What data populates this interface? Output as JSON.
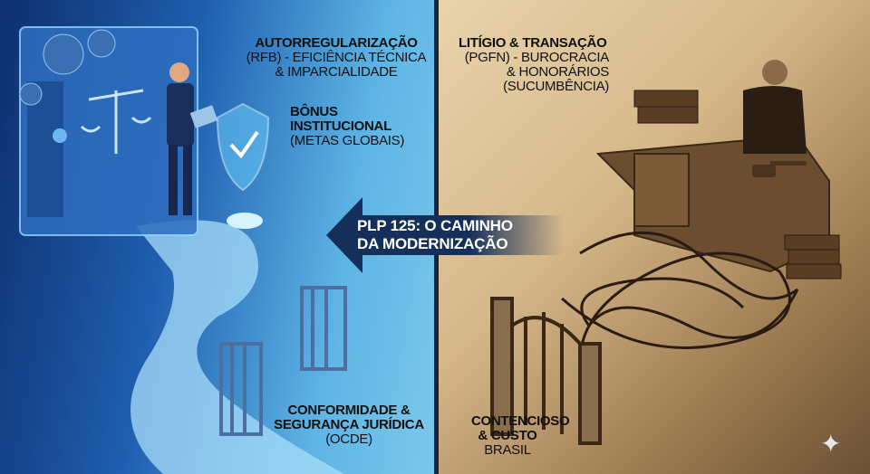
{
  "left_panel": {
    "top_label": {
      "title": "AUTORREGULARIZAÇÃO",
      "line1": "(RFB) - EFICIÊNCIA TÉCNICA",
      "line2": "& IMPARCIALIDADE"
    },
    "bonus_label": {
      "title1": "BÔNUS",
      "title2": "INSTITUCIONAL",
      "line1": "(METAS GLOBAIS)"
    },
    "bottom_label": {
      "title1": "CONFORMIDADE &",
      "title2": "SEGURANÇA JURÍDICA",
      "line1": "(OCDE)"
    }
  },
  "right_panel": {
    "top_label": {
      "title": "LITÍGIO & TRANSAÇÃO",
      "line1": "(PGFN) - BUROCRACIA",
      "line2": "& HONORÁRIOS",
      "line3": "(SUCUMBÊNCIA)"
    },
    "bottom_label": {
      "title1": "CONTENCIOSO",
      "title2": "& CUSTO",
      "line1": "BRASIL"
    }
  },
  "arrow": {
    "line1": "PLP 125: O CAMINHO",
    "line2": "DA MODERNIZAÇÃO"
  },
  "colors": {
    "left_accent": "#5db4e4",
    "right_accent": "#d6b88a",
    "arrow": "#14305a"
  },
  "watermark_icon": "sparkle-icon"
}
